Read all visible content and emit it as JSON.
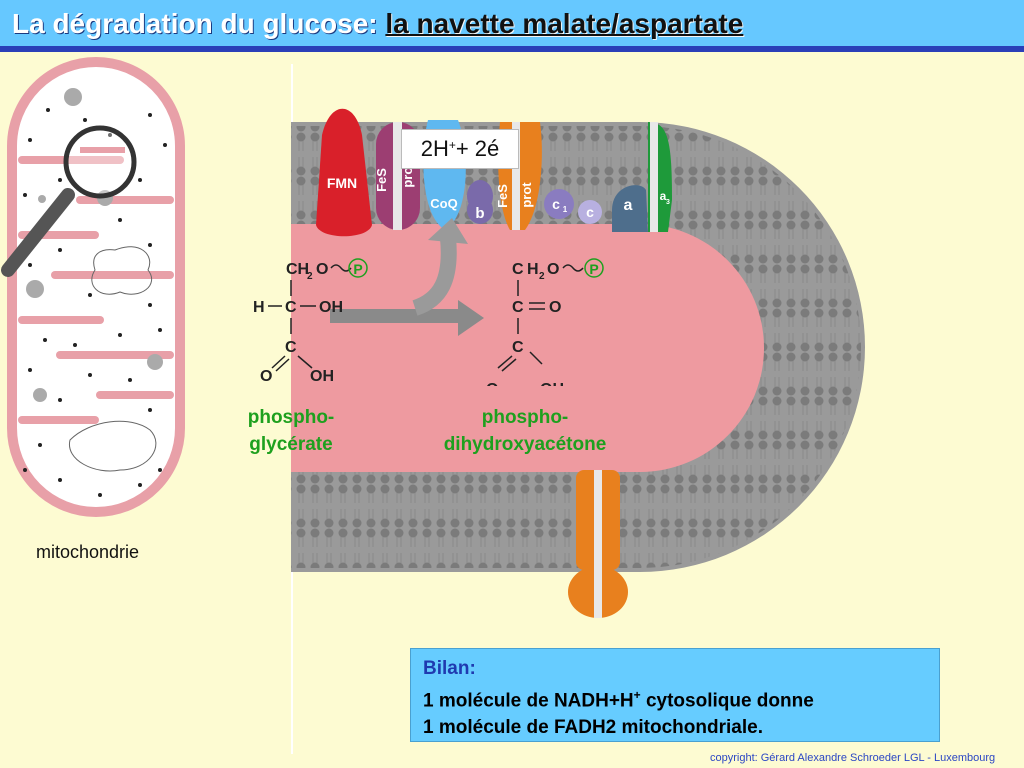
{
  "header": {
    "title_main": "La dégradation du glucose:",
    "title_sub": "la navette malate/aspartate",
    "colors": {
      "header_bg": "#66c8ff",
      "header_border": "#2a3fb8"
    }
  },
  "mitochondrion": {
    "label": "mitochondrie",
    "icon": "magnifier-icon"
  },
  "membrane": {
    "proteins": {
      "fmn": "FMN",
      "fes1": "FeS",
      "prot1": "prot",
      "coq": "CoQ",
      "b": "b",
      "fes2": "FeS",
      "prot2": "prot",
      "c1": "c",
      "c1_sub": "1",
      "c": "c",
      "a": "a",
      "a3": "a",
      "a3_sub": "3"
    },
    "electrons": {
      "main": "2H",
      "sup": "+",
      "rest": " + 2é"
    }
  },
  "molecules": {
    "left": {
      "name_line1": "phospho-",
      "name_line2": "glycérate",
      "ch2o": "CH",
      "ch2o_sub": "2",
      "ch2o_o": "O",
      "h": "H",
      "c_mid": "C",
      "oh_mid": "OH",
      "c_bot": "C",
      "o_bot": "O",
      "oh_bot": "OH",
      "phosphate": "P"
    },
    "right": {
      "name_line1": "phospho-",
      "name_line2": "dihydroxyacétone",
      "c_top": "C",
      "h2o": "H",
      "h2o_sub": "2",
      "h2o_o": "O",
      "c_mid": "C",
      "o_mid": "O",
      "c_bot": "C",
      "o_bot_partial": "O",
      "oh_bot_partial": "OH",
      "phosphate": "P"
    }
  },
  "bilan": {
    "title": "Bilan:",
    "line1_a": "1 molécule de NADH+H",
    "line1_sup": "+",
    "line1_b": " cytosolique donne",
    "line2": "1 molécule de FADH2 mitochondriale."
  },
  "copyright": "copyright: Gérard Alexandre Schroeder LGL - Luxembourg",
  "colors": {
    "fmn": "#d9202a",
    "fes_prot": "#9c3e72",
    "coq": "#5fb8f0",
    "b": "#7a6aaa",
    "fes_orange": "#e8801e",
    "c": "#8a7cc0",
    "a": "#4e6e8c",
    "a3": "#1e9a3a",
    "matrix": "#ee9aa0",
    "membrane": "#9a9a9a",
    "phosphate": "#1ea01e"
  }
}
